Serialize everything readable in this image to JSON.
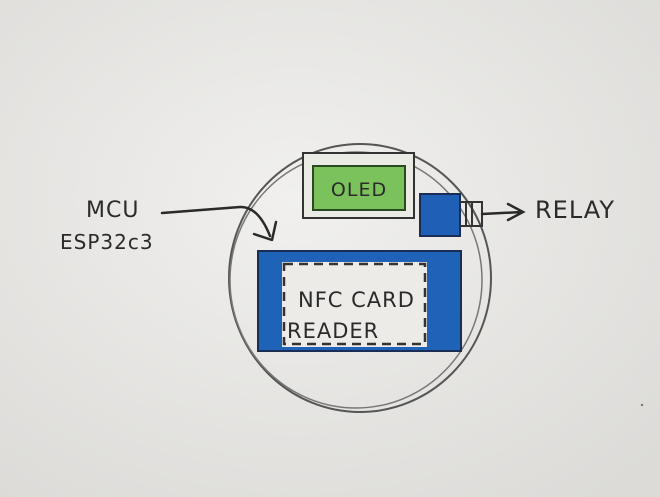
{
  "labels": {
    "oled": "OLED",
    "mcu_line1": "MCU",
    "mcu_line2": "ESP32c3",
    "relay": "RELAY",
    "nfc_line1": "NFC CARD",
    "nfc_line2": "READER"
  },
  "colors": {
    "paper": "#ecebe9",
    "ink": "#2a2a2a",
    "oled_fill": "#7cc25c",
    "nfc_fill": "#1f63b8",
    "relay_fill": "#1f5fb5"
  }
}
